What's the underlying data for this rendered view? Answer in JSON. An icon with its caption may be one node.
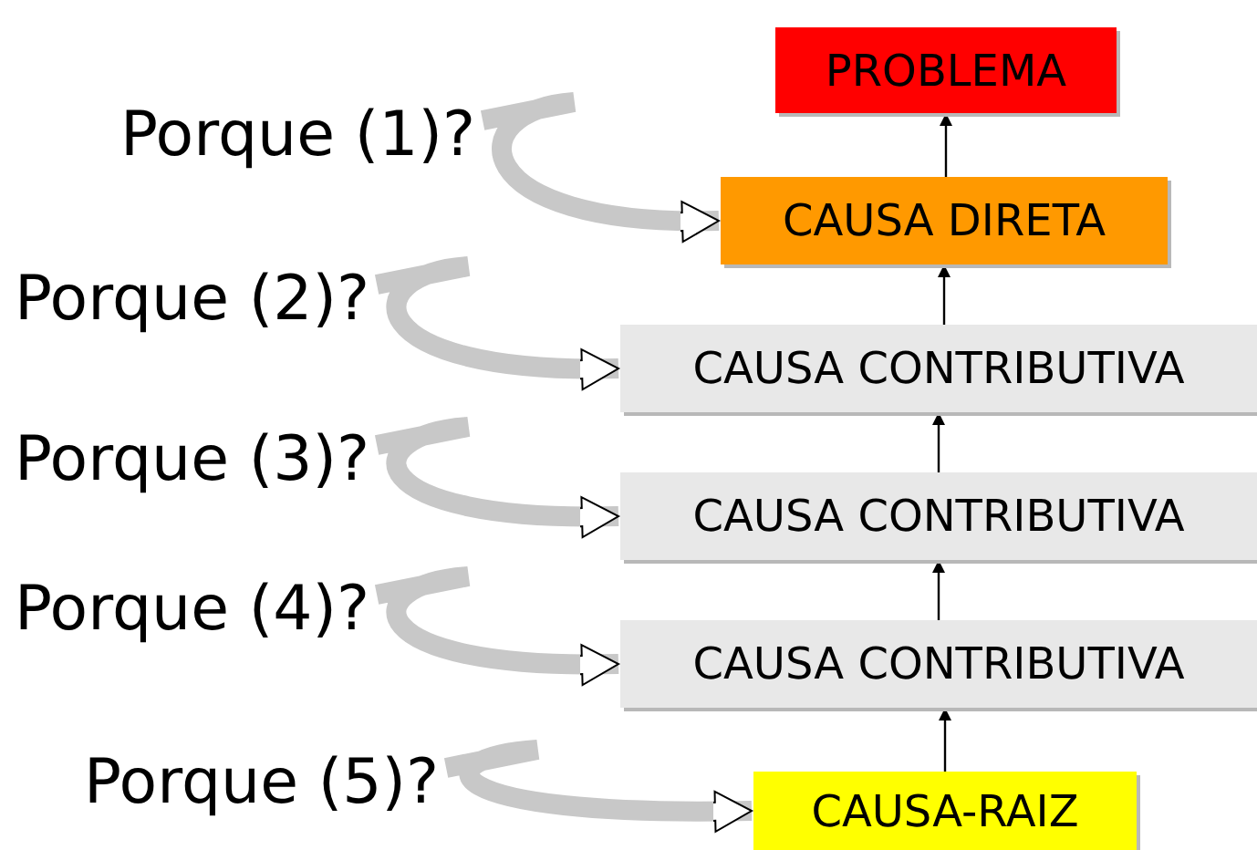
{
  "diagram": {
    "nodes": [
      {
        "text": [
          "PROBLEMA"
        ]
      },
      {
        "text": [
          "Porque (1)?"
        ]
      },
      {
        "text": [
          "CAUSA DIRETA"
        ]
      },
      {
        "text": [
          "Porque (2)?"
        ]
      },
      {
        "text": [
          "CAUSA CONTRIBUTIVA"
        ]
      },
      {
        "text": [
          "Porque (3)?"
        ]
      },
      {
        "text": [
          "CAUSA CONTRIBUTIVA"
        ]
      },
      {
        "text": [
          "Porque (4)?"
        ]
      },
      {
        "text": [
          "CAUSA CONTRIBUTIVA"
        ]
      },
      {
        "text": [
          "Porque (5)?"
        ]
      },
      {
        "text": [
          "CAUSA-RAIZ"
        ]
      }
    ],
    "edges": [
      {
        "from": 2,
        "to": 0,
        "arrow": "to"
      },
      {
        "from": 4,
        "to": 2,
        "arrow": "to"
      },
      {
        "from": 6,
        "to": 4,
        "arrow": "to"
      },
      {
        "from": 8,
        "to": 6,
        "arrow": "to"
      },
      {
        "from": 10,
        "to": 8,
        "arrow": "to"
      },
      {
        "from": 1,
        "to": 2,
        "arrow": "to",
        "style": "thick",
        "color": "#c8c8c8"
      },
      {
        "from": 3,
        "to": 4,
        "arrow": "to",
        "style": "thick",
        "color": "#c8c8c8"
      },
      {
        "from": 5,
        "to": 6,
        "arrow": "to",
        "style": "thick",
        "color": "#c8c8c8"
      },
      {
        "from": 7,
        "to": 8,
        "arrow": "to",
        "style": "thick",
        "color": "#c8c8c8"
      },
      {
        "from": 9,
        "to": 10,
        "arrow": "to",
        "style": "thick",
        "color": "#c8c8c8"
      }
    ]
  }
}
